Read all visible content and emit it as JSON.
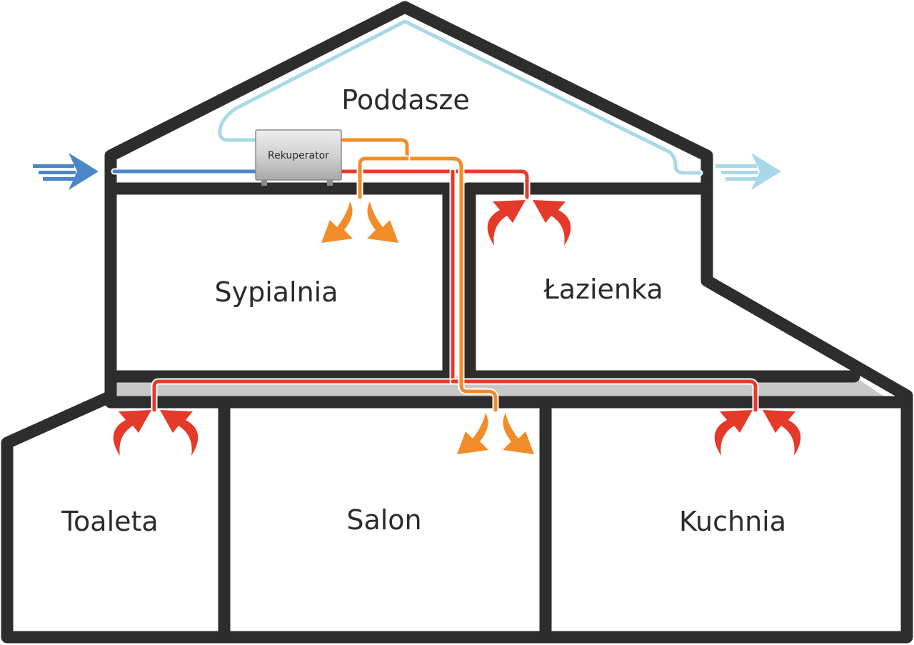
{
  "labels": {
    "attic": "Poddasze",
    "unit": "Rekuperator",
    "bedroom": "Sypialnia",
    "bathroom": "Łazienka",
    "toilet": "Toaleta",
    "living_room": "Salon",
    "kitchen": "Kuchnia"
  },
  "colors": {
    "wall": "#2d2d2d",
    "floor_slab": "#c8c8c8",
    "fresh_air_intake": "#4a86c8",
    "exhaust_air": "#a8d8ea",
    "supply_air": "#f28c28",
    "extract_air": "#e53a2a",
    "unit_body": "#cfcfcf"
  }
}
